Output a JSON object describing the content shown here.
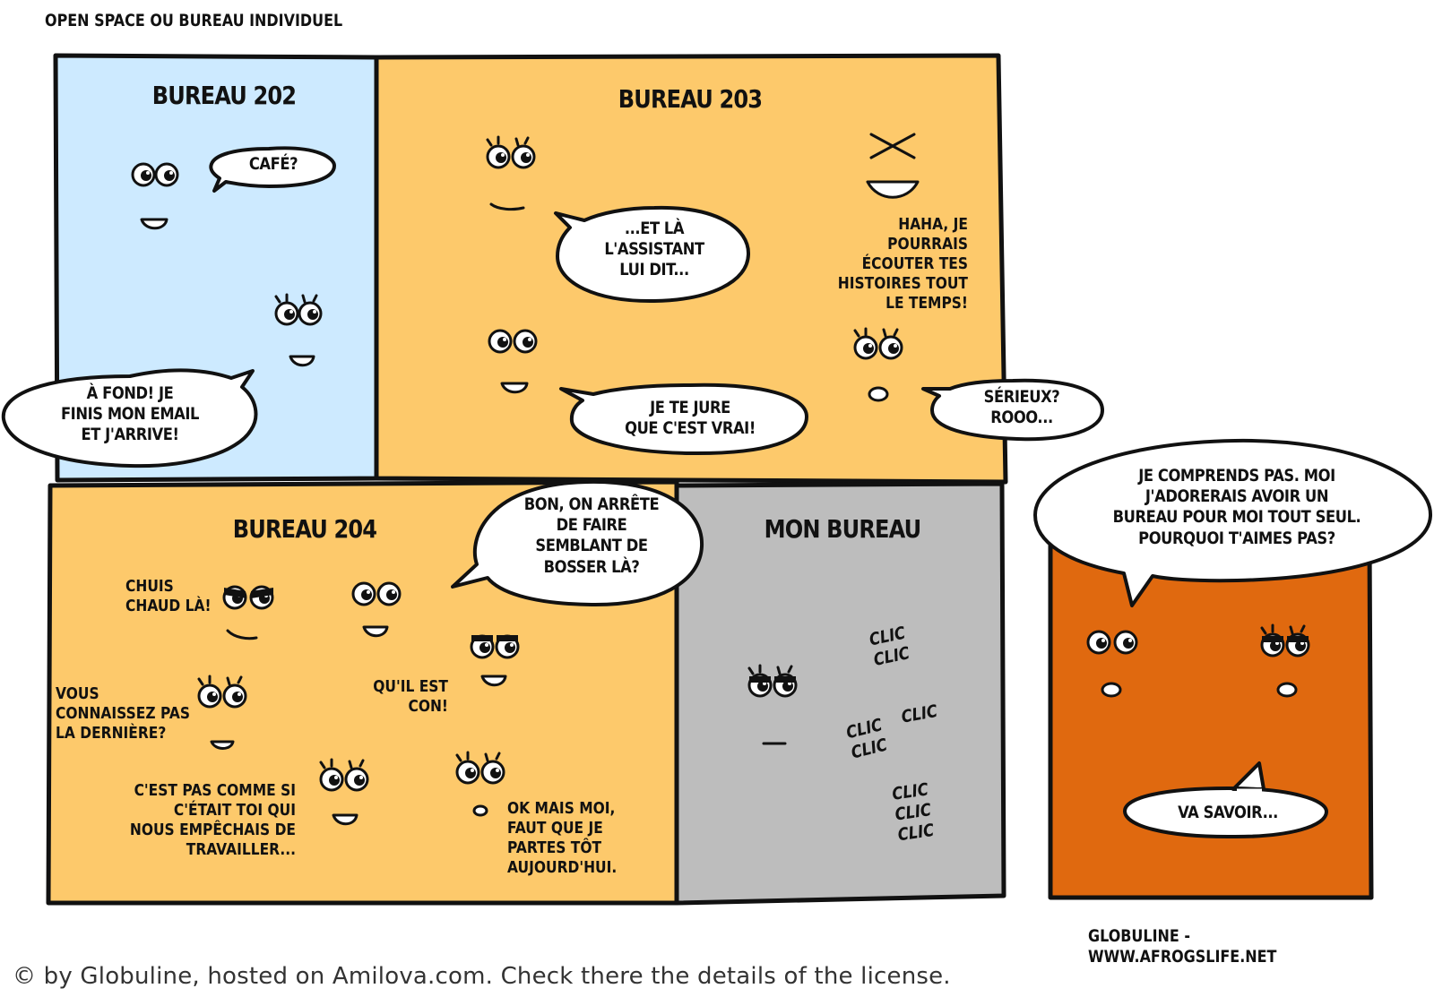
{
  "page_title": "OPEN SPACE OU BUREAU INDIVIDUEL",
  "colors": {
    "bureau_202": "#cdeaff",
    "bureau_203": "#fdc96b",
    "bureau_204": "#fdc96b",
    "mon_bureau": "#bdbdbd",
    "visitor": "#e0690f",
    "outline": "#111111"
  },
  "panels": {
    "bureau_202": {
      "title": "BUREAU 202",
      "speech_1": "CAFÉ?",
      "speech_2": "À FOND! JE\nFINIS MON EMAIL\nET J'ARRIVE!"
    },
    "bureau_203": {
      "title": "BUREAU 203",
      "speech_1": "...ET LÀ\nL'ASSISTANT\nLUI DIT...",
      "speech_2": "JE TE JURE\nQUE C'EST VRAI!",
      "caption": "HAHA, JE POURRAIS\nÉCOUTER TES\nHISTOIRES TOUT\nLE TEMPS!",
      "speech_3": "SÉRIEUX?\nROOO..."
    },
    "bureau_204": {
      "title": "BUREAU 204",
      "speech_1": "BON, ON ARRÊTE\nDE FAIRE\nSEMBLANT DE\nBOSSER LÀ?",
      "text_1": "CHUIS\nCHAUD LÀ!",
      "text_2": "VOUS\nCONNAISSEZ PAS\nLA DERNIÈRE?",
      "text_3": "QU'IL EST\nCON!",
      "text_4": "C'EST PAS COMME SI\nC'ÉTAIT TOI QUI\nNOUS EMPÊCHAIS DE\nTRAVAILLER...",
      "text_5": "OK MAIS MOI,\nFAUT QUE JE\nPARTES TÔT\nAUJOURD'HUI."
    },
    "mon_bureau": {
      "title": "MON BUREAU",
      "clic_1": "CLIC\nCLIC",
      "clic_2": "CLIC\nCLIC",
      "clic_3": "CLIC",
      "clic_4": "CLIC\nCLIC\nCLIC"
    },
    "visitor": {
      "speech_1": "JE COMPRENDS PAS. MOI\nJ'ADORERAIS AVOIR UN\nBUREAU POUR MOI TOUT SEUL.\nPOURQUOI T'AIMES PAS?",
      "speech_2": "VA SAVOIR..."
    }
  },
  "signature": "GLOBULINE - WWW.AFROGSLIFE.NET",
  "credit": "© by Globuline, hosted on Amilova.com. Check there the details of the license."
}
